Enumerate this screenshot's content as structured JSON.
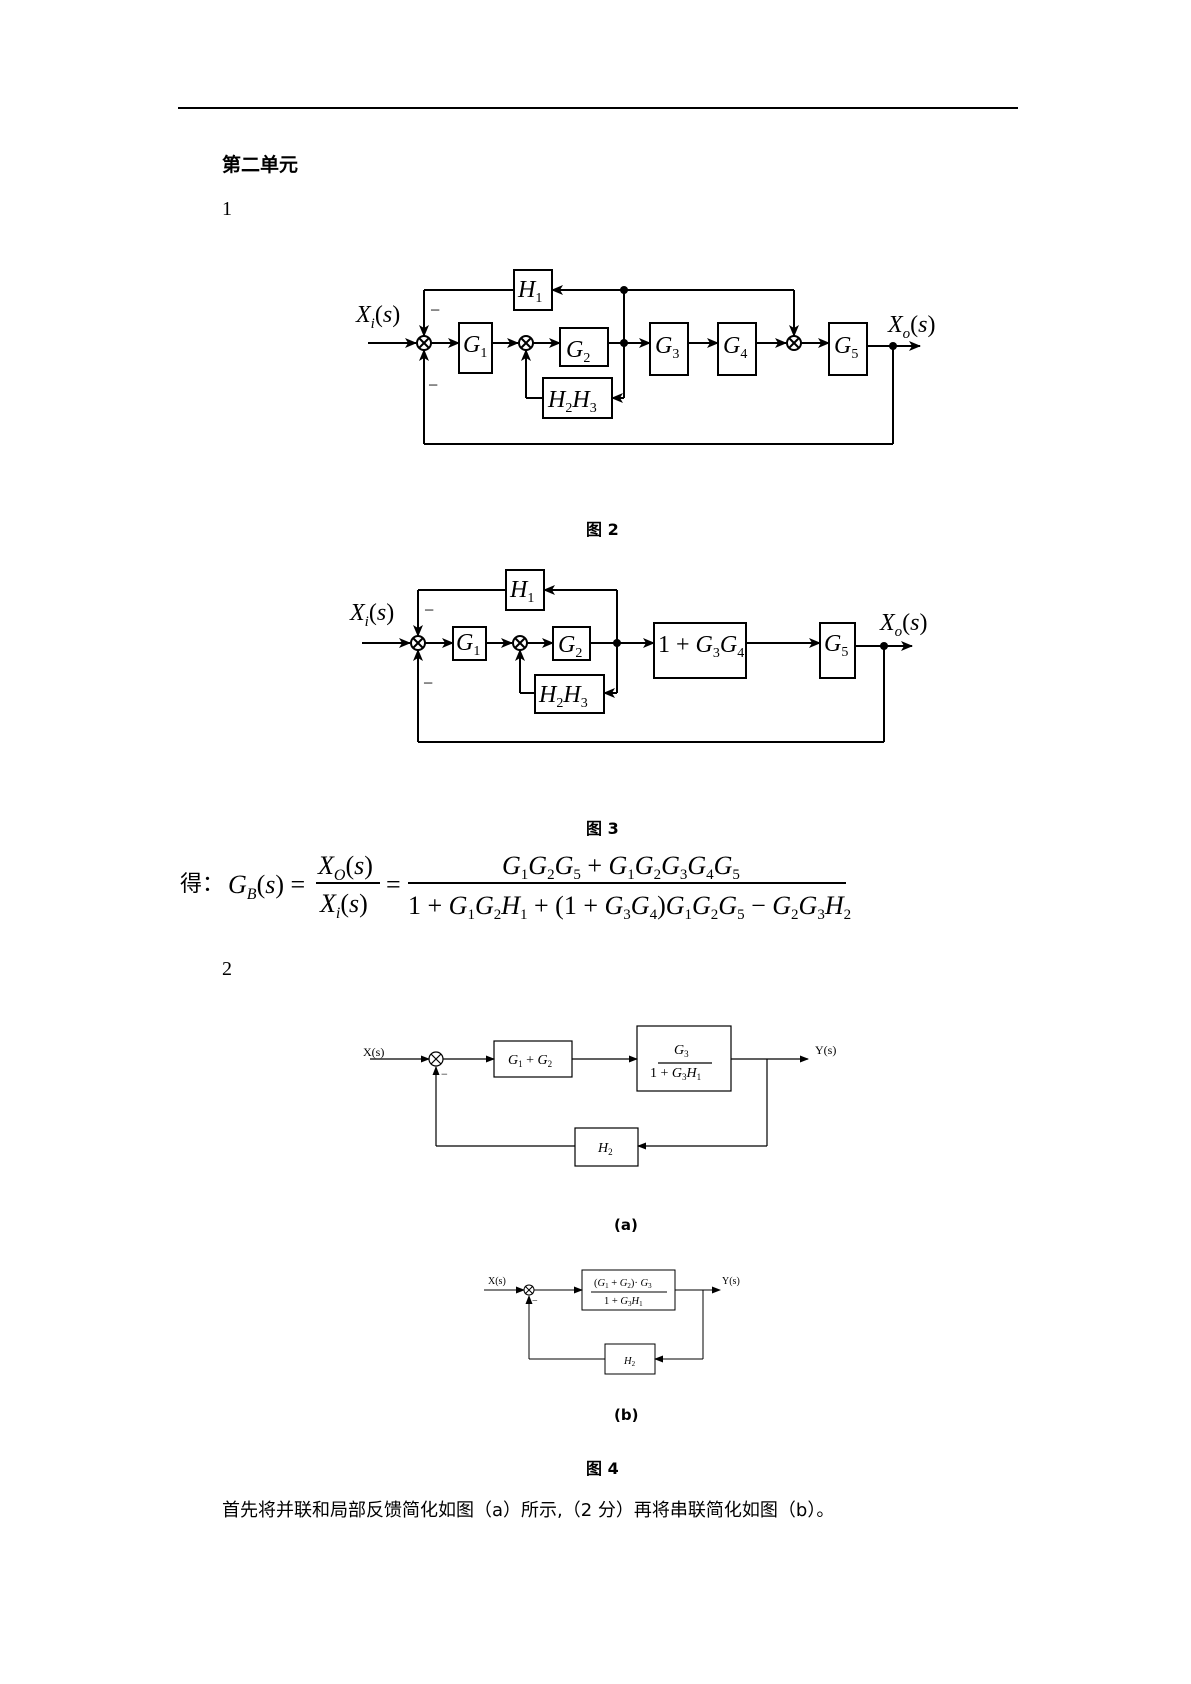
{
  "section_title": "第二单元",
  "problem1": {
    "number": "1"
  },
  "fig2": {
    "caption": "图 2",
    "input": "X_i(s)",
    "output": "X_o(s)",
    "blocks": [
      "G1",
      "G2",
      "G3",
      "G4",
      "G5",
      "H1",
      "H2H3"
    ],
    "signs": [
      "−",
      "−"
    ]
  },
  "fig3": {
    "caption": "图 3",
    "input": "X_i(s)",
    "output": "X_o(s)",
    "blocks": [
      "G1",
      "G2",
      "1 + G3G4",
      "G5",
      "H1",
      "H2H3"
    ],
    "signs": [
      "−",
      "−"
    ]
  },
  "result": {
    "prefix": "得：",
    "lhs": "G_B(s)",
    "ratio": "X_O(s) / X_i(s)",
    "numerator": "G1G2G5 + G1G2G3G4G5",
    "denominator": "1 + G1G2H1 + (1 + G3G4)G1G2G5 − G2G3H2"
  },
  "problem2": {
    "number": "2"
  },
  "fig4": {
    "caption": "图 4",
    "sub_a": {
      "label": "(a)",
      "input": "X(s)",
      "output": "Y(s)",
      "blocks": [
        "G1 + G2",
        "G3 / (1 + G3H1)",
        "H2"
      ],
      "sign": "−"
    },
    "sub_b": {
      "label": "(b)",
      "input": "X(s)",
      "output": "Y(s)",
      "blocks": [
        "(G1 + G2)·G3 / (1 + G3H1)",
        "H2"
      ],
      "sign": "−"
    }
  },
  "explanation": "首先将并联和局部反馈简化如图（a）所示,（2 分）再将串联简化如图（b）。"
}
